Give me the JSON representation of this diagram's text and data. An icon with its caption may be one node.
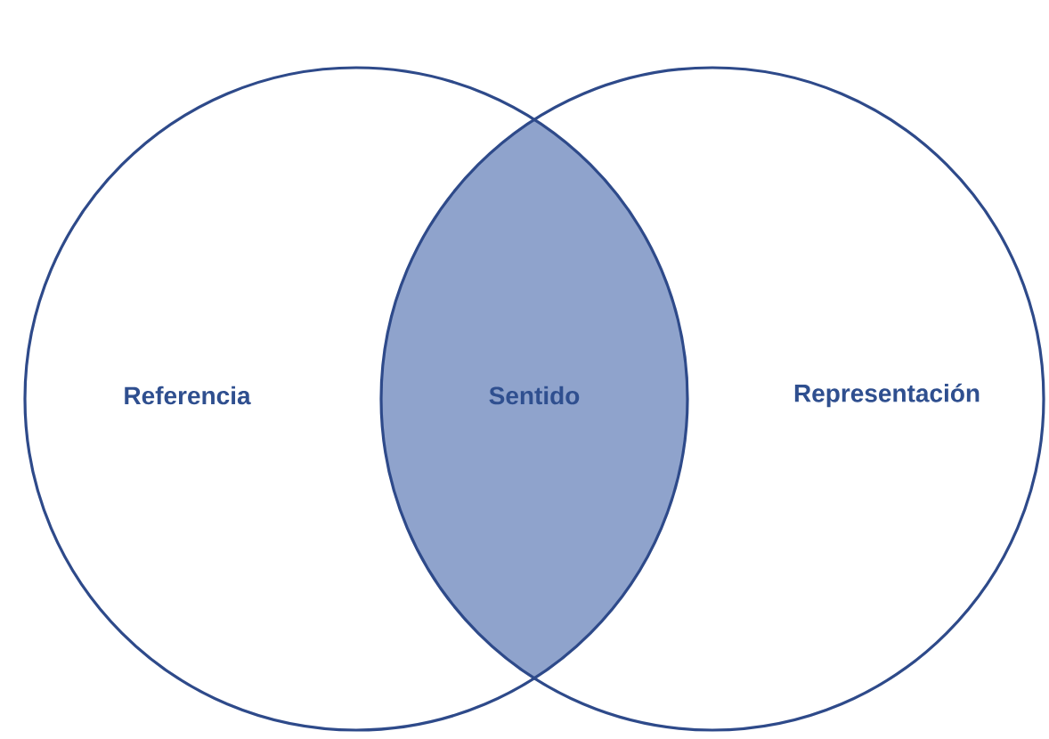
{
  "diagram": {
    "nodes": [
      {
        "text": [
          "Referencia"
        ]
      },
      {
        "text": [
          "Sentido"
        ]
      },
      {
        "text": [
          "Representación"
        ]
      }
    ]
  }
}
